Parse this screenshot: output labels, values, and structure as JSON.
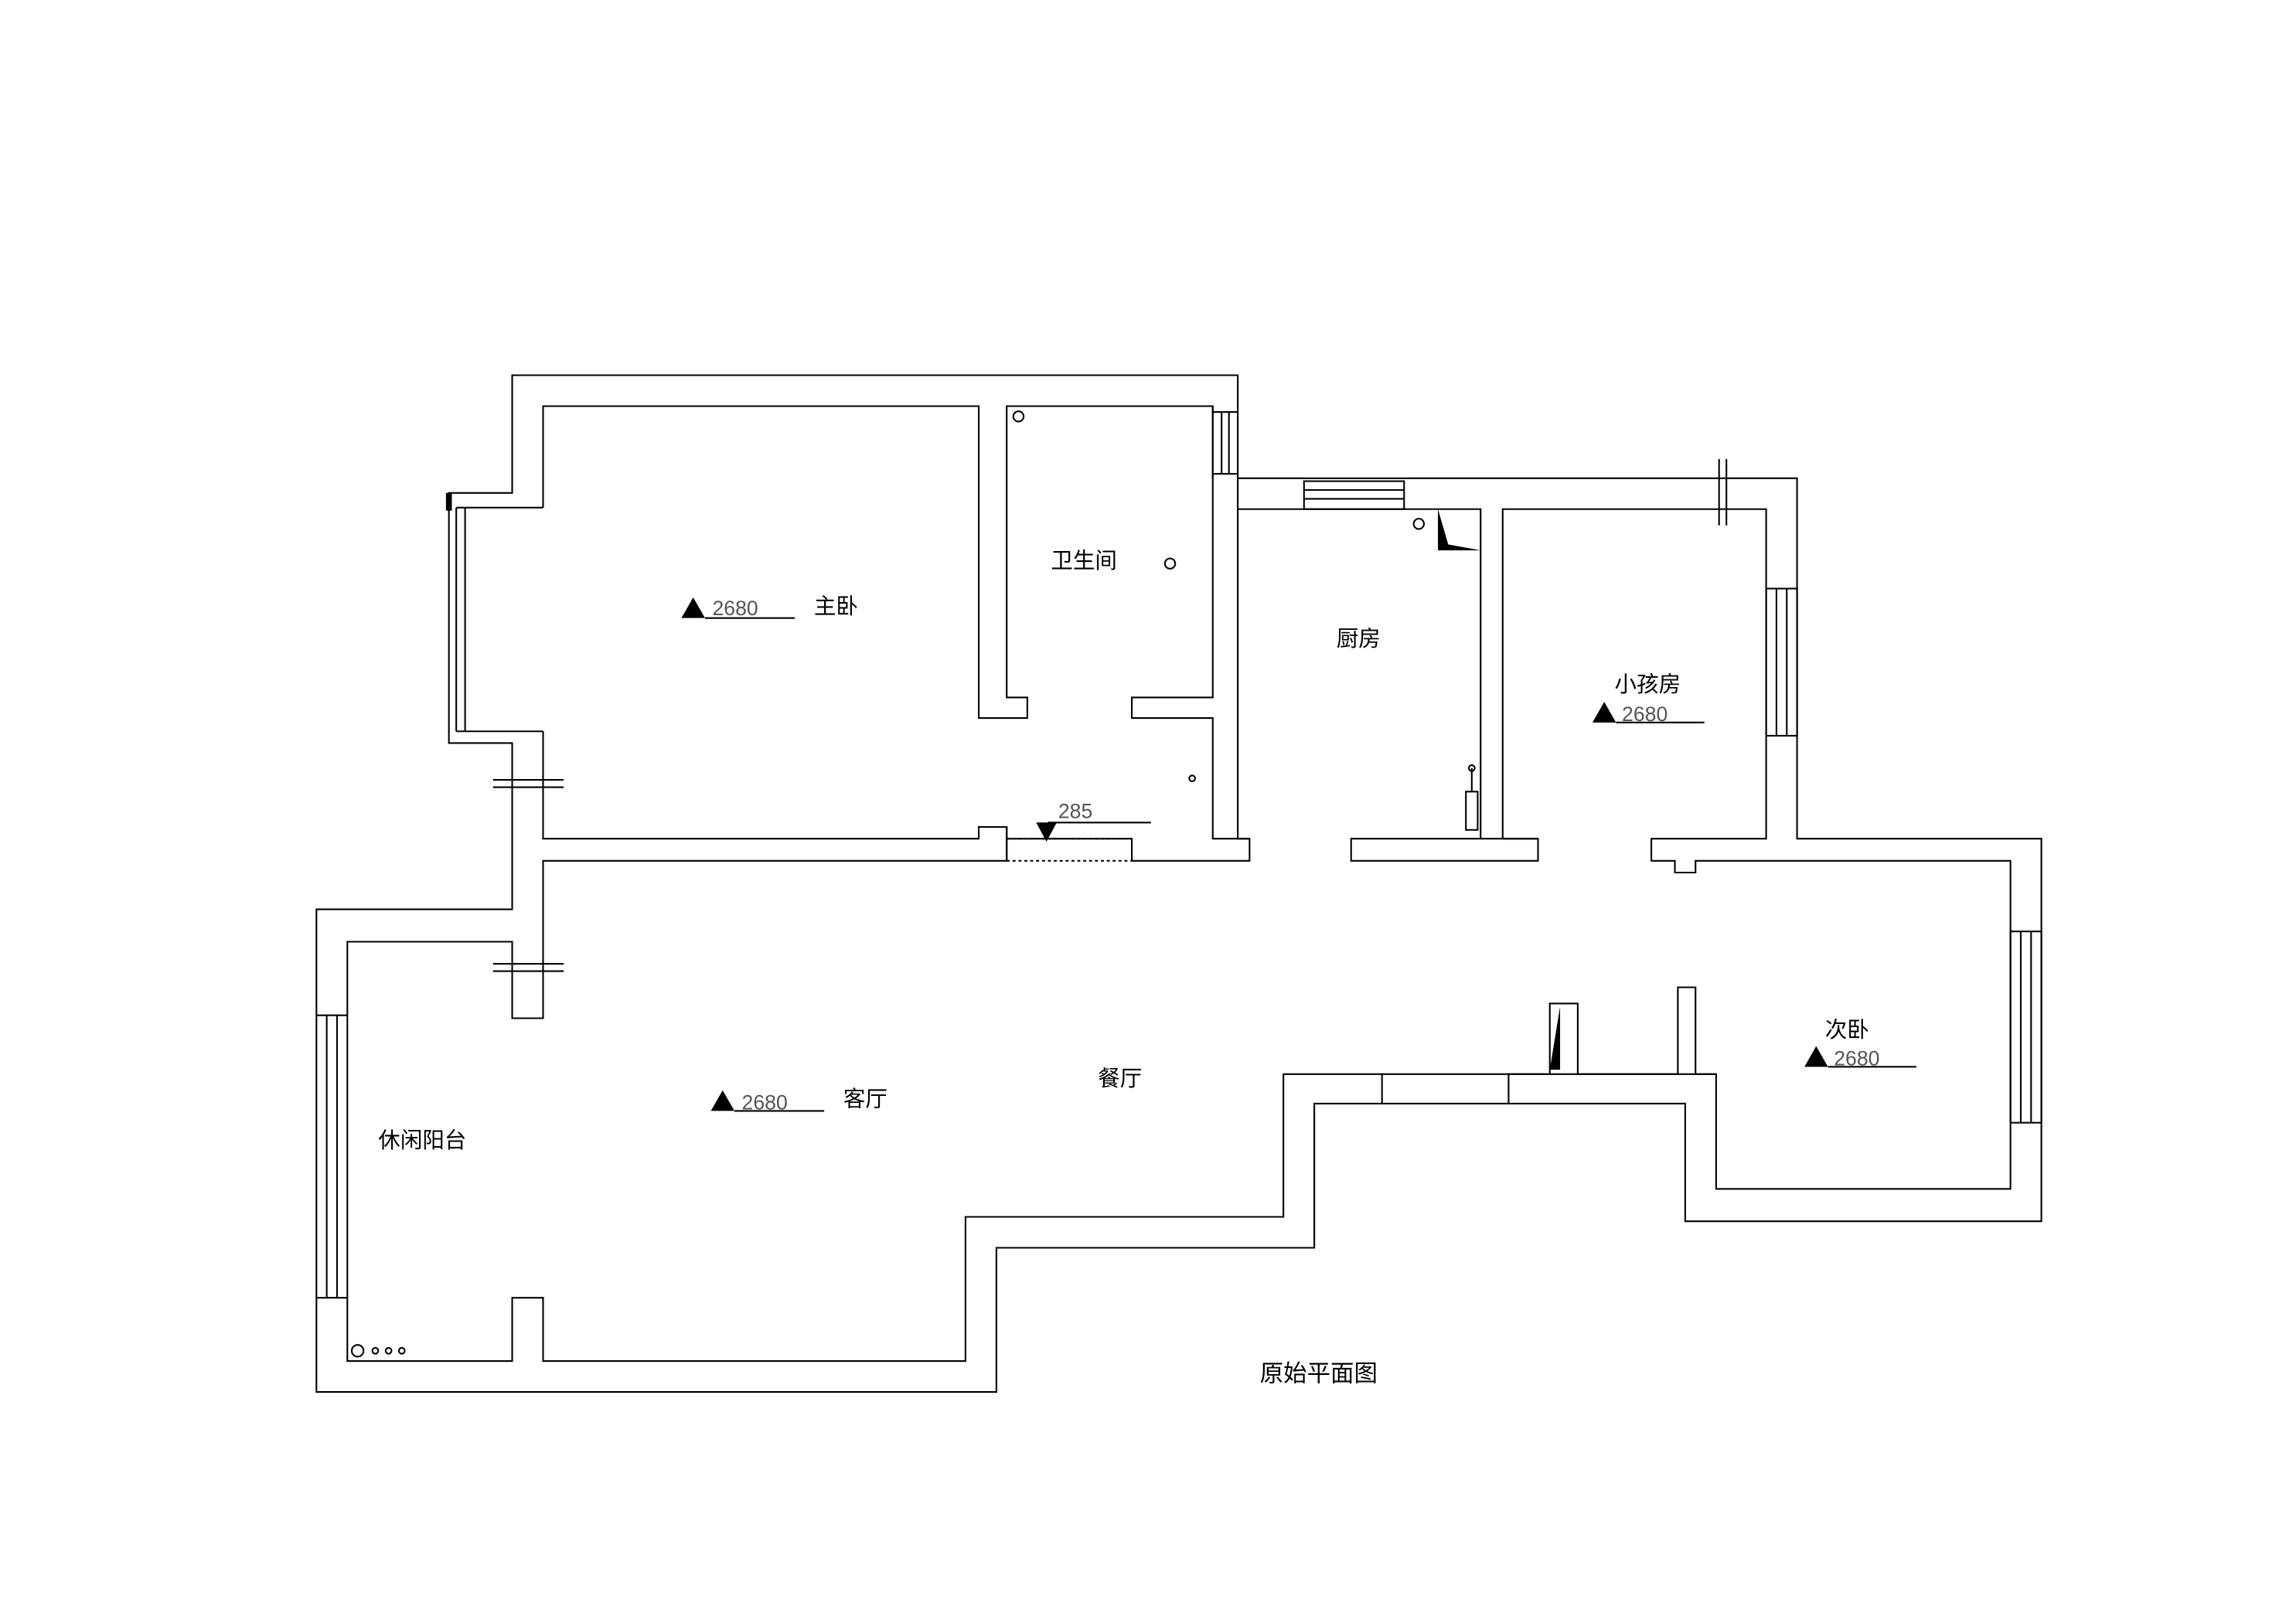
{
  "title": "原始平面图",
  "rooms": {
    "master_bedroom": {
      "name": "主卧",
      "height": "2680"
    },
    "bathroom": {
      "name": "卫生间"
    },
    "kitchen": {
      "name": "厨房"
    },
    "kids_room": {
      "name": "小孩房",
      "height": "2680"
    },
    "second_bedroom": {
      "name": "次卧",
      "height": "2680"
    },
    "living_room": {
      "name": "客厅",
      "height": "2680"
    },
    "dining_room": {
      "name": "餐厅"
    },
    "balcony": {
      "name": "休闲阳台"
    }
  },
  "level_marker": "285",
  "colors": {
    "line": "#000000",
    "background": "#ffffff"
  }
}
